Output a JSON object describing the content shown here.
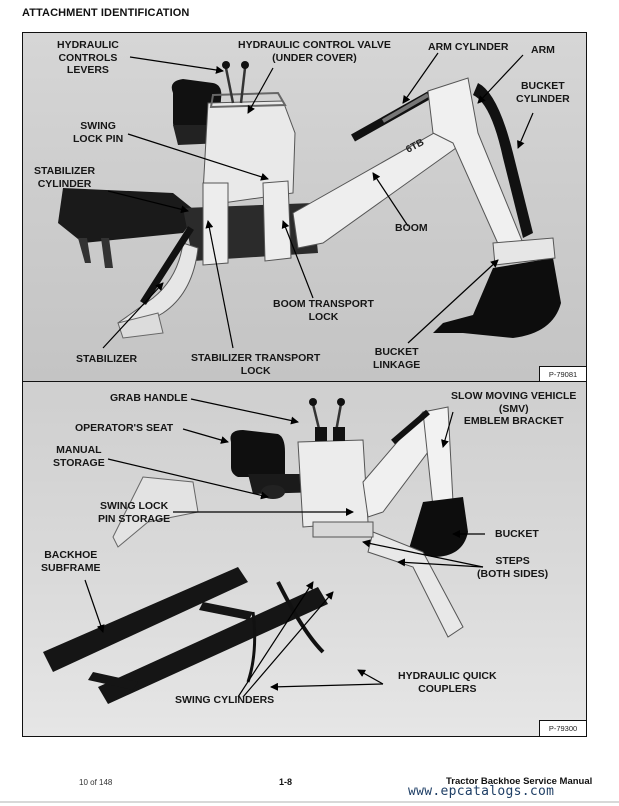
{
  "page": {
    "heading": "ATTACHMENT IDENTIFICATION"
  },
  "figure_top": {
    "id_label": "P-79081",
    "callouts": {
      "hydraulic_controls_levers": [
        "HYDRAULIC",
        "CONTROLS",
        "LEVERS"
      ],
      "hydraulic_control_valve": [
        "HYDRAULIC CONTROL VALVE",
        "(UNDER COVER)"
      ],
      "arm_cylinder": [
        "ARM CYLINDER"
      ],
      "arm": [
        "ARM"
      ],
      "bucket_cylinder": [
        "BUCKET",
        "CYLINDER"
      ],
      "swing_lock_pin": [
        "SWING",
        "LOCK PIN"
      ],
      "stabilizer_cylinder": [
        "STABILIZER",
        "CYLINDER"
      ],
      "boom": [
        "BOOM"
      ],
      "boom_transport_lock": [
        "BOOM TRANSPORT",
        "LOCK"
      ],
      "stabilizer": [
        "STABILIZER"
      ],
      "stabilizer_transport_lock": [
        "STABILIZER TRANSPORT",
        "LOCK"
      ],
      "bucket_linkage": [
        "BUCKET",
        "LINKAGE"
      ]
    },
    "model_decal": "6TB"
  },
  "figure_bottom": {
    "id_label": "P-79300",
    "callouts": {
      "grab_handle": [
        "GRAB HANDLE"
      ],
      "operators_seat": [
        "OPERATOR'S SEAT"
      ],
      "manual_storage": [
        "MANUAL",
        "STORAGE"
      ],
      "swing_lock_pin_storage": [
        "SWING LOCK",
        "PIN STORAGE"
      ],
      "backhoe_subframe": [
        "BACKHOE",
        "SUBFRAME"
      ],
      "smv_bracket": [
        "SLOW MOVING VEHICLE",
        "(SMV)",
        "EMBLEM BRACKET"
      ],
      "bucket": [
        "BUCKET"
      ],
      "steps": [
        "STEPS",
        "(BOTH SIDES)"
      ],
      "swing_cylinders": [
        "SWING CYLINDERS"
      ],
      "hydraulic_quick_couplers": [
        "HYDRAULIC QUICK",
        "COUPLERS"
      ]
    }
  },
  "footer": {
    "page_count": "10 of 148",
    "page_number": "1-8",
    "manual_title": "Tractor Backhoe Service Manual",
    "watermark": "www.epcatalogs.com"
  }
}
